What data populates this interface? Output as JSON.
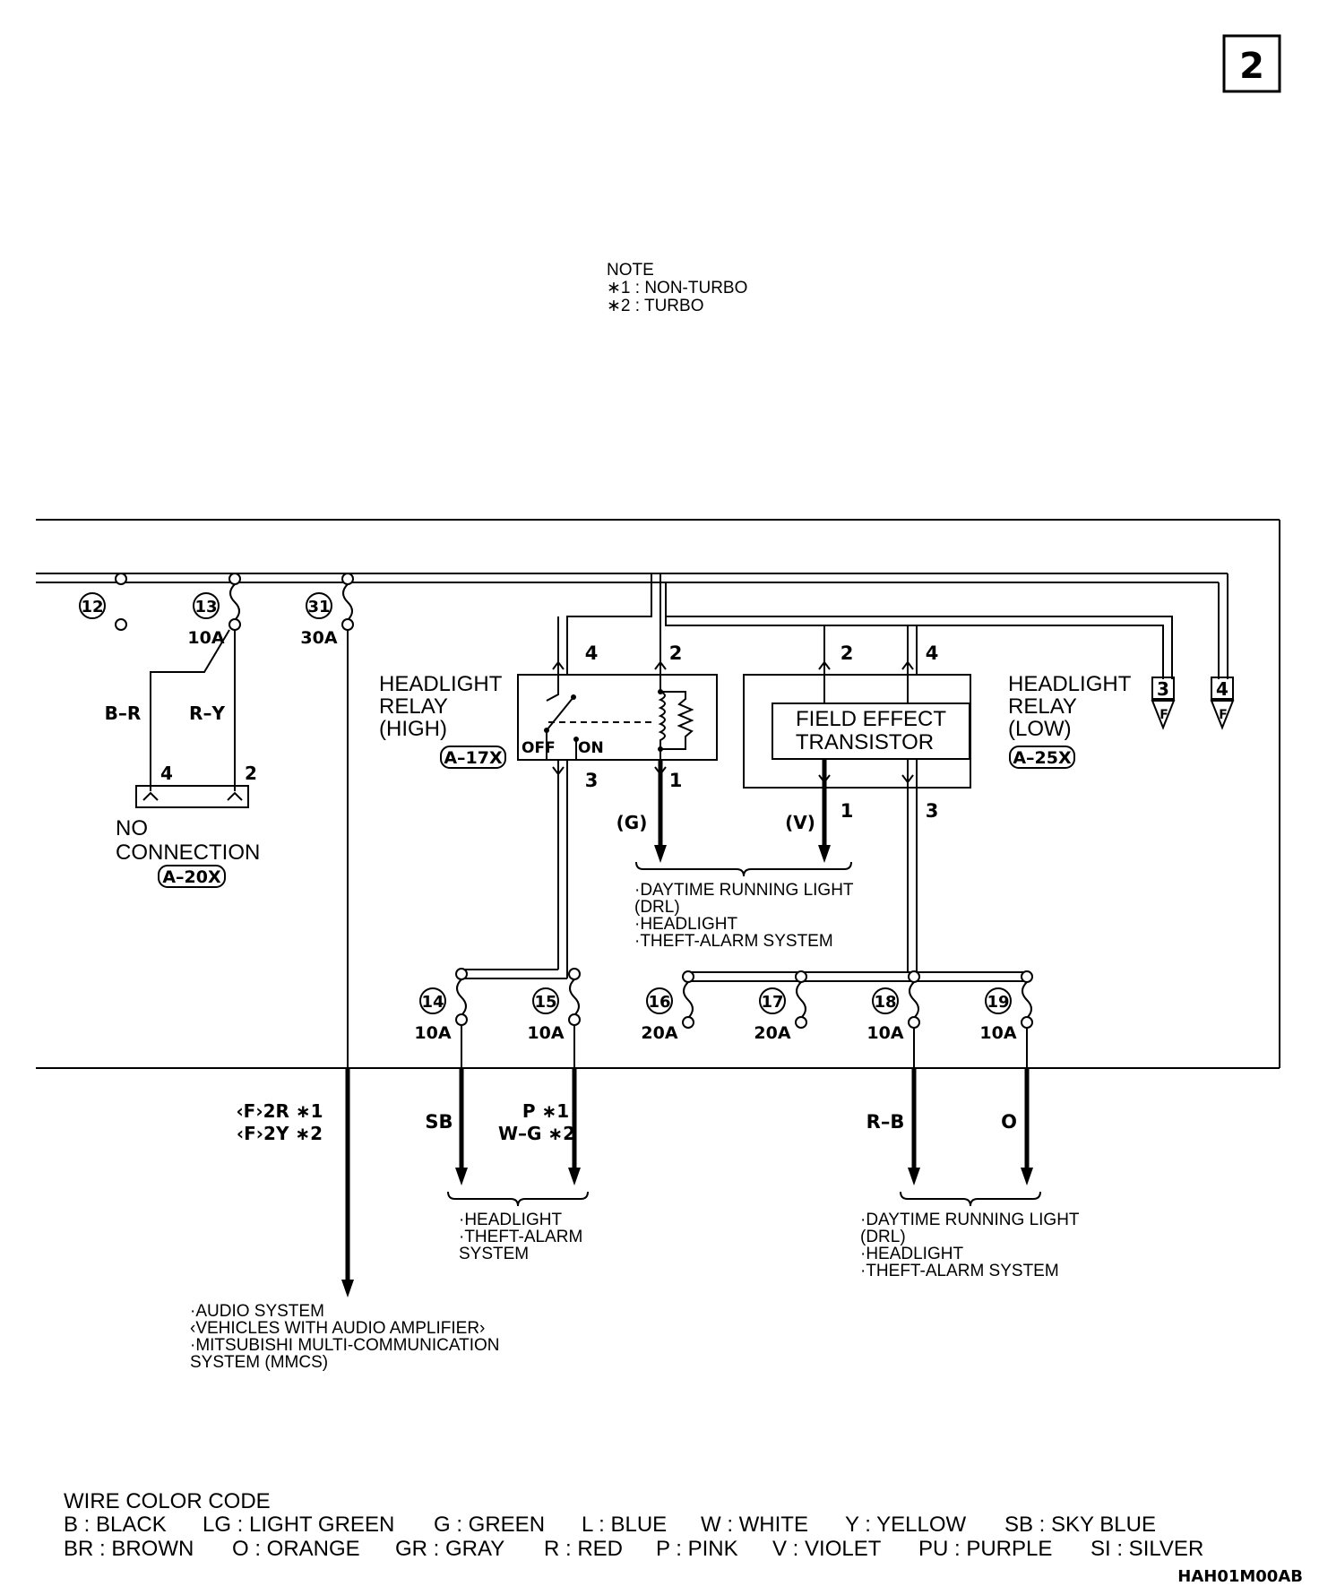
{
  "page_number": "2",
  "note": {
    "title": "NOTE",
    "lines": [
      "∗1 : NON-TURBO",
      "∗2 : TURBO"
    ]
  },
  "fuses": [
    {
      "num": "12",
      "rating": ""
    },
    {
      "num": "13",
      "rating": "10A"
    },
    {
      "num": "31",
      "rating": "30A"
    },
    {
      "num": "14",
      "rating": "10A"
    },
    {
      "num": "15",
      "rating": "10A"
    },
    {
      "num": "16",
      "rating": "20A"
    },
    {
      "num": "17",
      "rating": "20A"
    },
    {
      "num": "18",
      "rating": "10A"
    },
    {
      "num": "19",
      "rating": "10A"
    }
  ],
  "connector_a20x": {
    "wire_left": "B–R",
    "wire_right": "R–Y",
    "pin_left": "4",
    "pin_right": "2",
    "label_line1": "NO",
    "label_line2": "CONNECTION",
    "code": "A–20X"
  },
  "relay_high": {
    "label_lines": [
      "HEADLIGHT",
      "RELAY",
      "(HIGH)"
    ],
    "code": "A–17X",
    "off_label": "OFF",
    "on_label": "ON",
    "pins": [
      "4",
      "2",
      "3",
      "1"
    ],
    "out_wire": "(G)"
  },
  "relay_low": {
    "label_lines": [
      "HEADLIGHT",
      "RELAY",
      "(LOW)"
    ],
    "code": "A–25X",
    "fet_lines": [
      "FIELD EFFECT",
      "TRANSISTOR"
    ],
    "pins": [
      "2",
      "4",
      "1",
      "3"
    ],
    "out_wire": "(V)"
  },
  "terminals": [
    {
      "num": "3",
      "letter": "F"
    },
    {
      "num": "4",
      "letter": "F"
    }
  ],
  "drl_note_mid": [
    "·DAYTIME RUNNING LIGHT",
    " (DRL)",
    "·HEADLIGHT",
    "·THEFT-ALARM SYSTEM"
  ],
  "out_31": {
    "lines": [
      "‹F›2R ∗1",
      "‹F›2Y ∗2"
    ]
  },
  "out_14": {
    "wire": "SB"
  },
  "out_15": {
    "lines": [
      "P ∗1",
      "W–G ∗2"
    ]
  },
  "out_18": {
    "wire": "R–B"
  },
  "out_19": {
    "wire": "O"
  },
  "note_headlight": [
    "·HEADLIGHT",
    "·THEFT-ALARM",
    " SYSTEM"
  ],
  "note_drl_right": [
    "·DAYTIME RUNNING LIGHT",
    " (DRL)",
    "·HEADLIGHT",
    "·THEFT-ALARM SYSTEM"
  ],
  "note_audio": [
    "·AUDIO SYSTEM",
    " ‹VEHICLES WITH AUDIO AMPLIFIER›",
    "·MITSUBISHI MULTI-COMMUNICATION",
    " SYSTEM (MMCS)"
  ],
  "wire_color_code": {
    "title": "WIRE COLOR CODE",
    "row1": [
      "B : BLACK",
      "LG : LIGHT GREEN",
      "G : GREEN",
      "L : BLUE",
      "W : WHITE",
      "Y : YELLOW",
      "SB : SKY BLUE"
    ],
    "row2": [
      "BR : BROWN",
      "O : ORANGE",
      "GR : GRAY",
      "R : RED",
      "P : PINK",
      "V : VIOLET",
      "PU : PURPLE",
      "SI : SILVER"
    ]
  },
  "drawing_id": "HAH01M00AB"
}
